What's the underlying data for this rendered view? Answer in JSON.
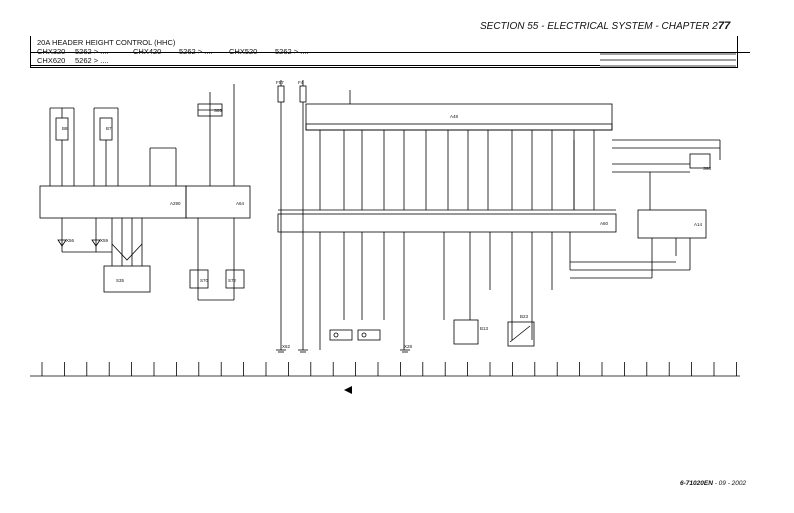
{
  "header": {
    "section_title": "SECTION 55 - ELECTRICAL SYSTEM - CHAPTER 2",
    "page_number": "77"
  },
  "title_box": {
    "circuit": "20A  HEADER HEIGHT CONTROL (HHC)",
    "models": [
      {
        "name": "CHX320",
        "serial": "5262 > ...."
      },
      {
        "name": "CHX420",
        "serial": "5262 > ...."
      },
      {
        "name": "CHX520",
        "serial": "5262 > ...."
      },
      {
        "name": "CHX620",
        "serial": "5262 > ...."
      }
    ]
  },
  "footer": {
    "doc_code": "6-71020EN",
    "date": "- 09 - 2002"
  },
  "components": {
    "a290": "A290",
    "a64": "A64",
    "a48": "A48",
    "a60": "A60",
    "a14": "A14",
    "s35": "S35",
    "s70": "S70",
    "s72": "S72",
    "s85": "S85",
    "s98": "S98",
    "b8": "B8",
    "b7": "B7",
    "x56": "X56",
    "x59": "X59",
    "f57": "F57",
    "f4": "F4",
    "b13": "B13",
    "b23": "B23",
    "x62": "X62",
    "x28": "X28"
  }
}
